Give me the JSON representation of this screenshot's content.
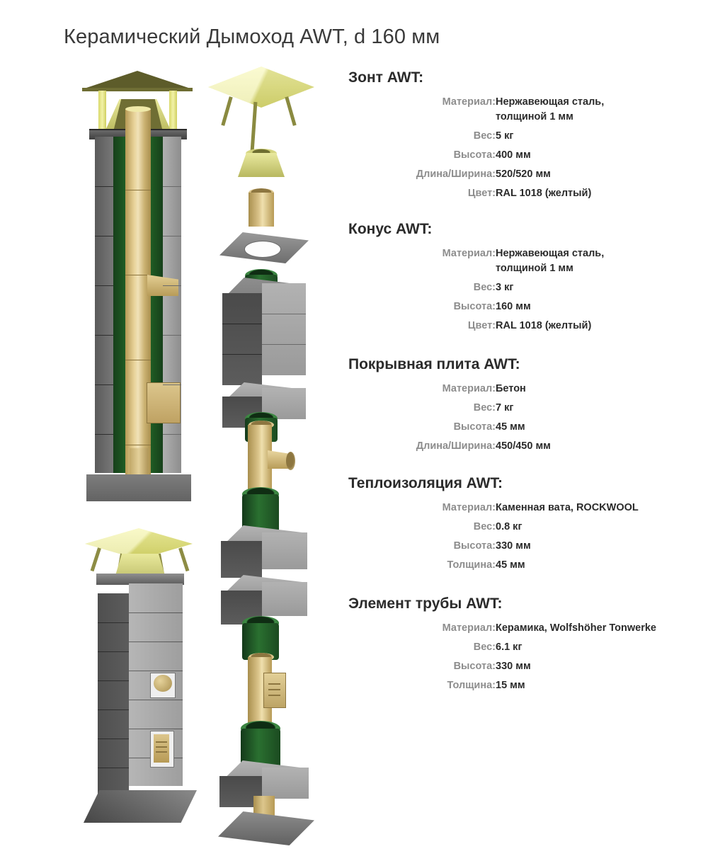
{
  "page": {
    "title": "Керамический Дымоход AWT, d 160 мм"
  },
  "figures": {
    "cutaway": "cutaway-chimney-section-view",
    "assembled": "assembled-chimney-view",
    "exploded": "exploded-parts-view"
  },
  "specs": [
    {
      "heading": "Зонт AWT:",
      "rows": [
        {
          "label": "Материал:",
          "value": "Нержавеющая сталь, толщиной 1 мм"
        },
        {
          "label": "Вес:",
          "value": "5 кг"
        },
        {
          "label": "Высота:",
          "value": "400 мм"
        },
        {
          "label": "Длина/Ширина:",
          "value": "520/520 мм"
        },
        {
          "label": "Цвет:",
          "value": "RAL 1018 (желтый)"
        }
      ]
    },
    {
      "heading": "Конус AWT:",
      "rows": [
        {
          "label": "Материал:",
          "value": "Нержавеющая сталь, толщиной 1 мм"
        },
        {
          "label": "Вес:",
          "value": "3 кг"
        },
        {
          "label": "Высота:",
          "value": "160 мм"
        },
        {
          "label": "Цвет:",
          "value": "RAL 1018 (желтый)"
        }
      ]
    },
    {
      "heading": "Покрывная плита AWT:",
      "rows": [
        {
          "label": "Материал:",
          "value": "Бетон"
        },
        {
          "label": "Вес:",
          "value": "7 кг"
        },
        {
          "label": "Высота:",
          "value": "45 мм"
        },
        {
          "label": "Длина/Ширина:",
          "value": "450/450 мм"
        }
      ]
    },
    {
      "heading": "Теплоизоляция AWT:",
      "rows": [
        {
          "label": "Материал:",
          "value": "Каменная вата, ROCKWOOL"
        },
        {
          "label": "Вес:",
          "value": "0.8 кг"
        },
        {
          "label": "Высота:",
          "value": "330 мм"
        },
        {
          "label": "Толщина:",
          "value": "45 мм"
        }
      ]
    },
    {
      "heading": "Элемент трубы AWT:",
      "rows": [
        {
          "label": "Материал:",
          "value": "Керамика,  Wolfshöher Tonwerke"
        },
        {
          "label": "Вес:",
          "value": "6.1 кг"
        },
        {
          "label": "Высота:",
          "value": "330 мм"
        },
        {
          "label": "Толщина:",
          "value": "15 мм"
        }
      ]
    }
  ],
  "colors": {
    "cap_yellow": "#efef96",
    "ceramic_tan": "#d9c289",
    "insulation_green": "#1f5c24",
    "block_gray": "#9a9a9a",
    "label_gray": "#8d8d8d",
    "value_dark": "#2b2b2b",
    "title_gray": "#3a3a3a"
  }
}
